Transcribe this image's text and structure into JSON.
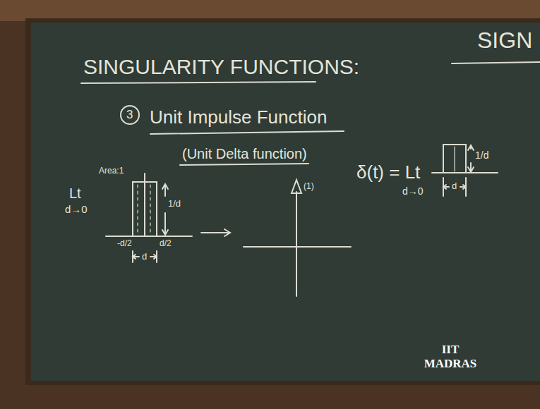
{
  "diagram": {
    "title": "SINGULARITY FUNCTIONS:",
    "labels": [
      "SIGN",
      "3",
      "Unit Impulse Function",
      "(Unit Delta function)",
      "Area:1",
      "Lt",
      "d→0",
      "1/d",
      "-d/2",
      "d/2",
      "d",
      "(1)",
      "δ(t) = Lt",
      "d→0",
      "1/d",
      "d",
      "IIT MADRAS"
    ]
  }
}
